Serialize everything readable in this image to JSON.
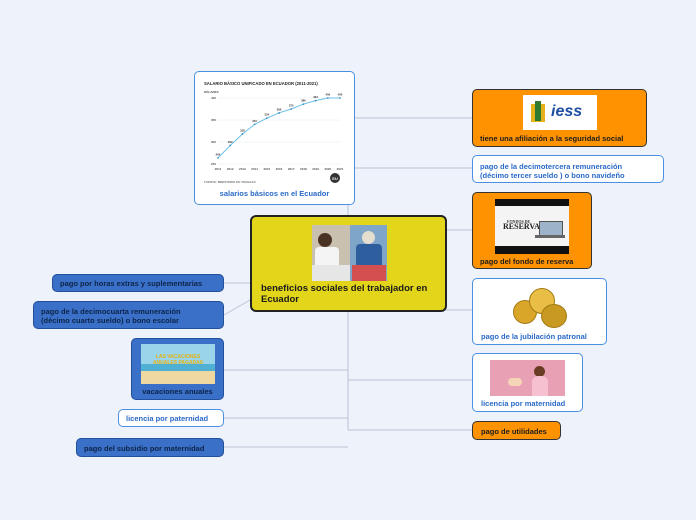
{
  "central": {
    "title": "beneficios sociales del trabajador en Ecuador"
  },
  "chart_card": {
    "caption": "salarios básicos en el Ecuador",
    "chart_title": "SALARIO BÁSICO UNIFICADO EN ECUADOR (2011-2021)",
    "unit": "DÓLARES",
    "badge": "EU",
    "source": "FUENTE: MINISTERIO DE TRABAJO"
  },
  "chart_data": {
    "type": "line",
    "title": "SALARIO BÁSICO UNIFICADO EN ECUADOR (2011-2021)",
    "ylabel": "DÓLARES",
    "x": [
      "2011",
      "2012",
      "2013",
      "2014",
      "2015",
      "2016",
      "2017",
      "2018",
      "2019",
      "2020",
      "2021"
    ],
    "values": [
      264,
      292,
      318,
      340,
      354,
      366,
      375,
      386,
      394,
      400,
      400
    ],
    "ylim": [
      250,
      400
    ],
    "yticks": [
      250,
      300,
      350,
      400
    ]
  },
  "left_nodes": [
    "pago por horas extras y suplementarias",
    "pago de la decimocuarta remuneración (décimo cuarto sueldo) o bono escolar",
    "vacaciones anuales",
    "licencia por paternidad",
    "pago del subsidio por maternidad"
  ],
  "vacation_image_text": "LAS VACACIONES ANUALES PAGADAS",
  "right_nodes": {
    "iess": "tiene una afiliación a la seguridad social",
    "iess_logo": "iess",
    "decimo_tercero": "pago de la decimotercera remuneración (décimo tercer sueldo ) o bono navideño",
    "fondos": "pago del fondo de reserva",
    "fondos_logo_top": "FONDOS DE",
    "fondos_logo_main": "RESERVA",
    "jubilacion": "pago de la jubilación patronal",
    "maternidad": "licencia por maternidad",
    "utilidades": "pago de utilidades"
  },
  "colors": {
    "orange": "#ff9200",
    "blue": "#3a70c8",
    "yellow": "#e2d51a",
    "outline": "#4a90e2"
  }
}
